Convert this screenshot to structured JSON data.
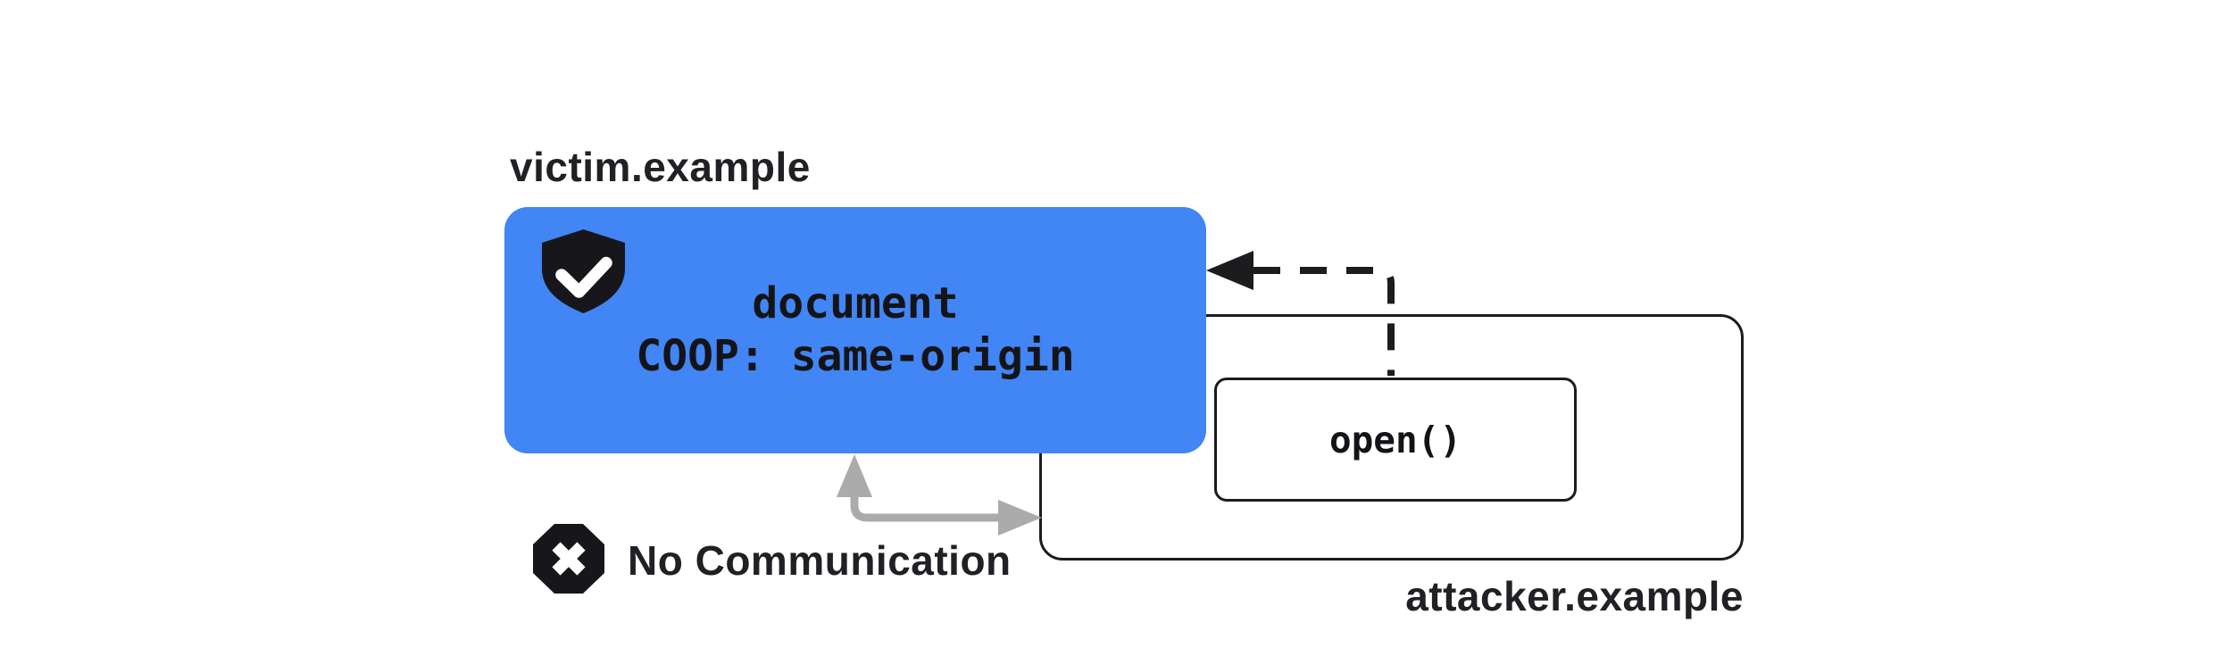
{
  "diagram": {
    "victim_label": "victim.example",
    "victim_box": {
      "line1": "document",
      "line2": "COOP: same-origin"
    },
    "attacker_label": "attacker.example",
    "open_label": "open()",
    "no_communication_label": "No Communication",
    "icons": {
      "shield": "shield-check-icon",
      "blocked": "x-octagon-icon",
      "opener_arrow": "dashed-left-arrow",
      "blocked_arrow": "gray-elbow-double-arrow"
    },
    "colors": {
      "victim_box_bg": "#4285F4",
      "outline_black": "#1c1c1f",
      "arrow_gray": "#ABABAB",
      "text_dark": "#202124",
      "background": "#FFFFFF"
    }
  }
}
